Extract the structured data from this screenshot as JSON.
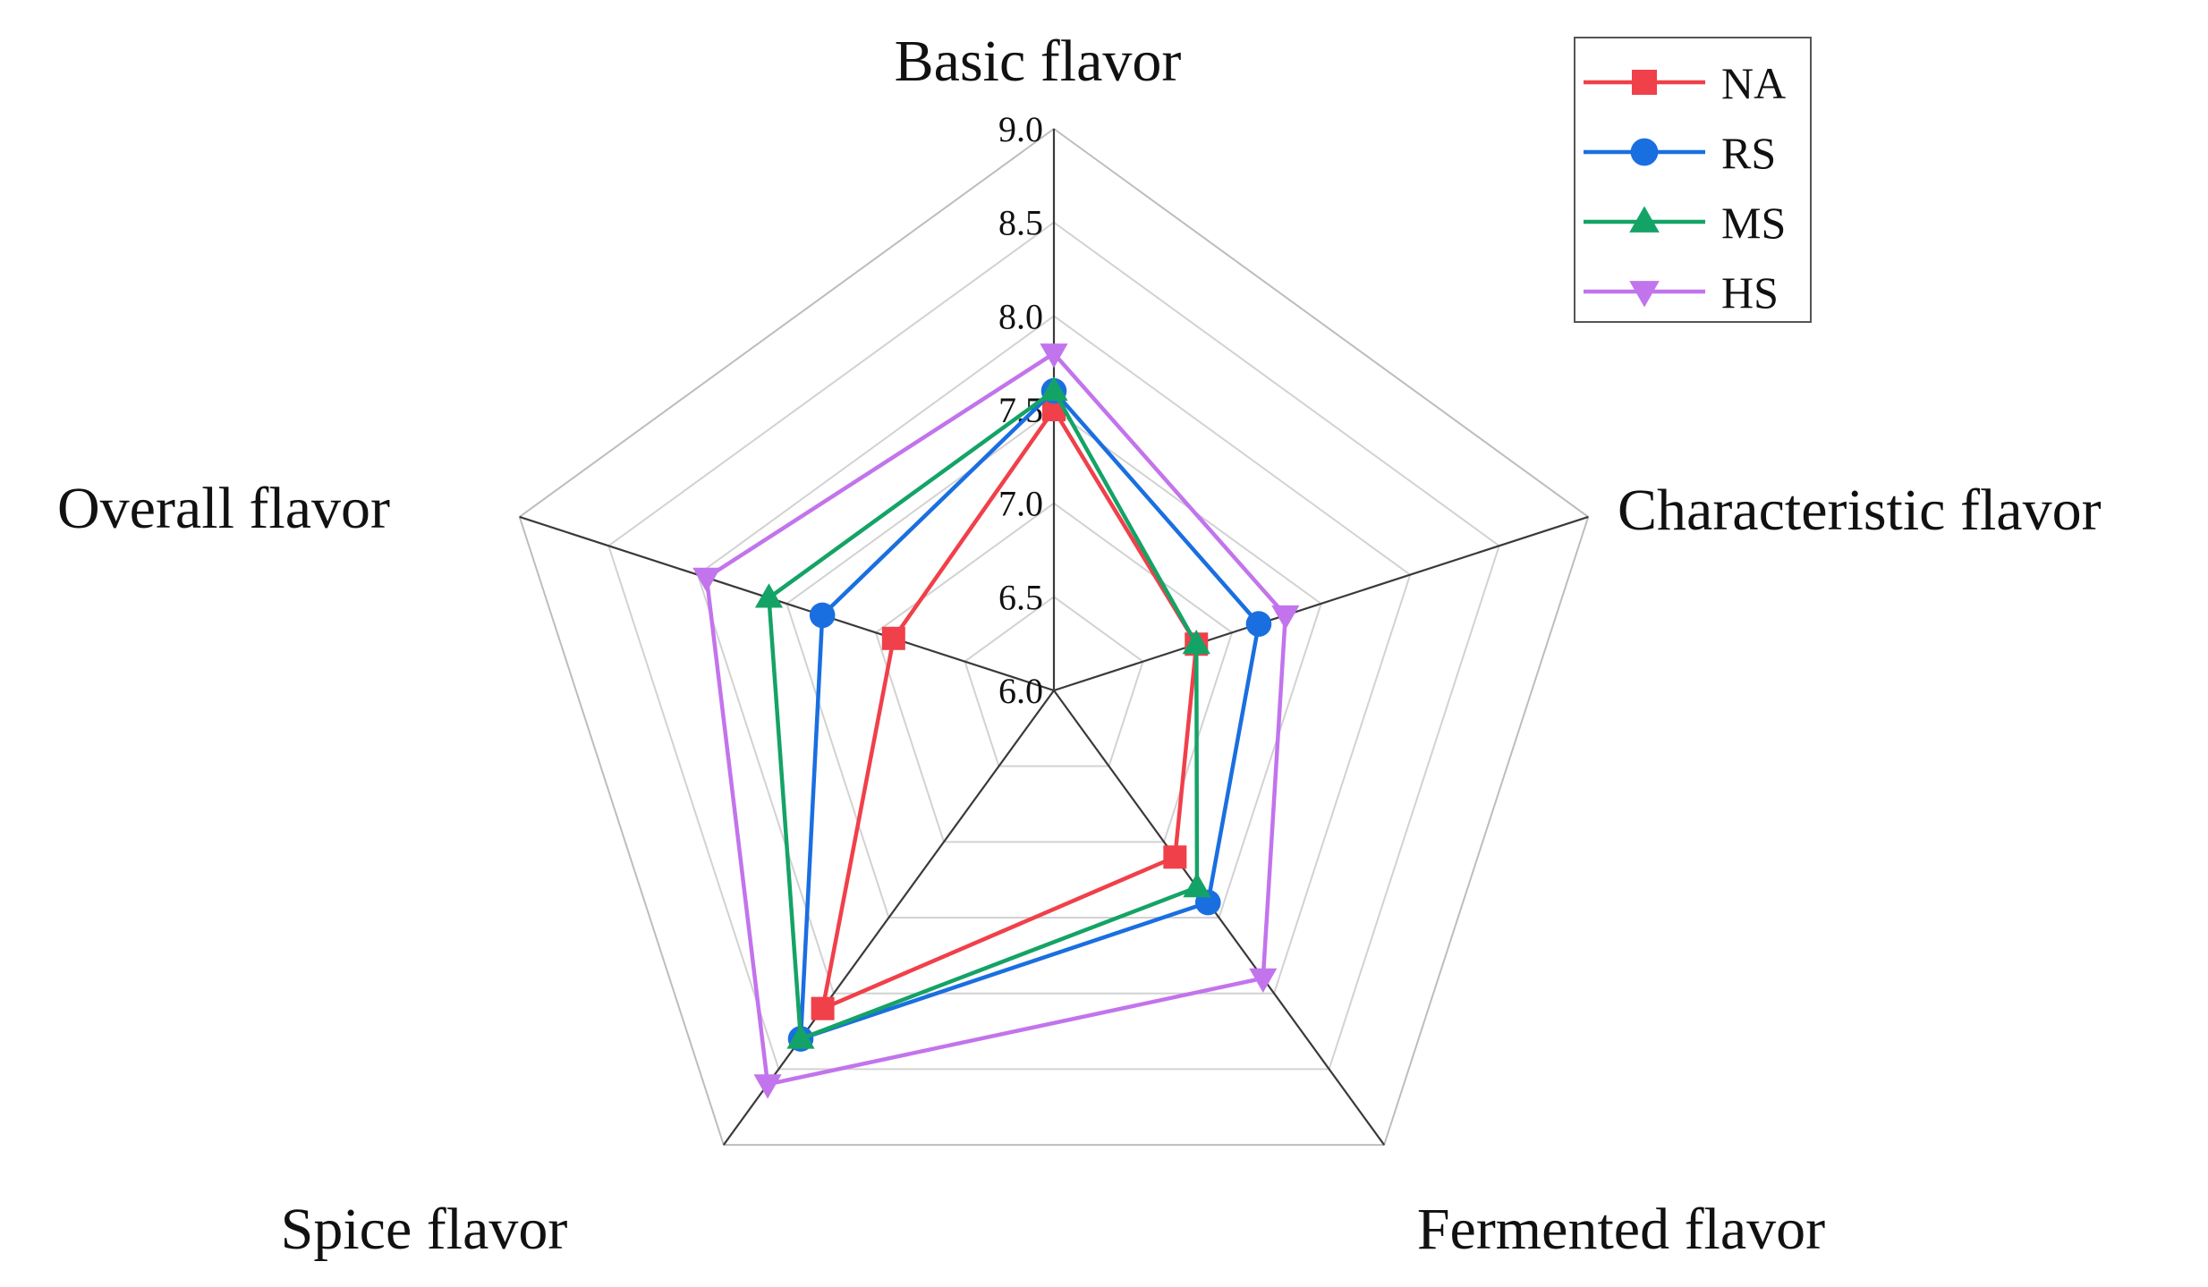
{
  "chart_data": {
    "type": "radar",
    "title": "",
    "axes": [
      "Basic flavor",
      "Characteristic flavor",
      "Fermented flavor",
      "Spice flavor",
      "Overall flavor"
    ],
    "rlim": [
      6.0,
      9.0
    ],
    "ticks": [
      "6.0",
      "6.5",
      "7.0",
      "7.5",
      "8.0",
      "8.5",
      "9.0"
    ],
    "grid": true,
    "legend_position": "top-right",
    "series": [
      {
        "name": "NA",
        "color": "#f0404a",
        "marker": "square",
        "values": [
          7.5,
          6.8,
          7.1,
          8.1,
          6.9
        ]
      },
      {
        "name": "RS",
        "color": "#1a6fe0",
        "marker": "circle",
        "values": [
          7.6,
          7.15,
          7.4,
          8.3,
          7.3
        ]
      },
      {
        "name": "MS",
        "color": "#14a366",
        "marker": "triangle-up",
        "values": [
          7.6,
          6.8,
          7.3,
          8.3,
          7.6
        ]
      },
      {
        "name": "HS",
        "color": "#c274ec",
        "marker": "triangle-down",
        "values": [
          7.8,
          7.3,
          7.9,
          8.6,
          7.95
        ]
      }
    ]
  }
}
